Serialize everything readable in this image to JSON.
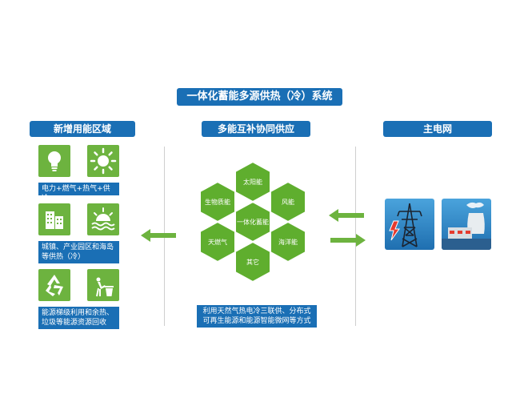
{
  "title": "一体化蓄能多源供热（冷）系统",
  "left": {
    "header": "新增用能区域",
    "captions": [
      "电力+燃气+热气+供冷",
      "城镇、产业园区和海岛等供热（冷）",
      "能源梯级利用和余热、垃圾等能源资源回收"
    ],
    "icons": [
      "lightbulb-icon",
      "sun-icon",
      "buildings-icon",
      "sunrise-wave-icon",
      "recycle-icon",
      "trash-bin-icon"
    ]
  },
  "center": {
    "header": "多能互补协同供应",
    "hexagons": [
      "太阳能",
      "生物质能",
      "风能",
      "一体化蓄能",
      "天燃气",
      "海洋能",
      "其它"
    ],
    "caption": "利用天然气热电冷三联供、分布式可再生能源和能源智能微网等方式"
  },
  "right": {
    "header": "主电网",
    "icons": [
      "power-tower-icon",
      "power-plant-icon"
    ]
  },
  "colors": {
    "blue": "#1a6fb5",
    "green": "#6db33f",
    "hex_green": "#5fae2e"
  }
}
